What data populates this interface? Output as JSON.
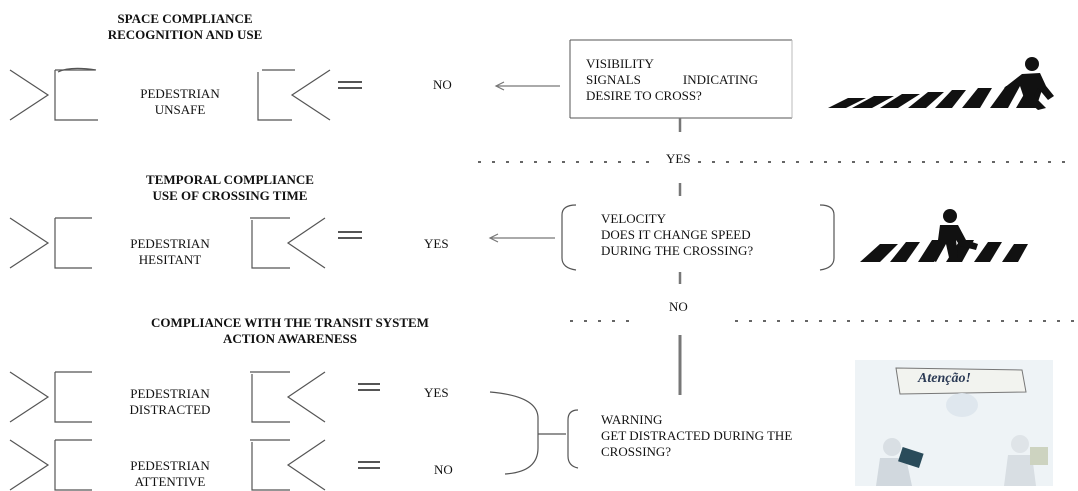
{
  "sections": {
    "space": {
      "heading_line1": "SPACE COMPLIANCE",
      "heading_line2": "RECOGNITION AND USE"
    },
    "temporal": {
      "heading_line1": "TEMPORAL COMPLIANCE",
      "heading_line2": "USE OF CROSSING TIME"
    },
    "transit": {
      "heading_line1": "COMPLIANCE WITH THE TRANSIT SYSTEM",
      "heading_line2": "ACTION AWARENESS"
    }
  },
  "states": {
    "unsafe": {
      "line1": "PEDESTRIAN",
      "line2": "UNSAFE",
      "answer": "NO"
    },
    "hesitant": {
      "line1": "PEDESTRIAN",
      "line2": "HESITANT",
      "answer": "YES"
    },
    "distracted": {
      "line1": "PEDESTRIAN",
      "line2": "DISTRACTED",
      "answer": "YES"
    },
    "attentive": {
      "line1": "PEDESTRIAN",
      "line2": "ATTENTIVE",
      "answer": "NO"
    }
  },
  "questions": {
    "visibility": {
      "line1": "VISIBILITY",
      "line2a": "SIGNALS",
      "line2b": "INDICATING",
      "line3": "DESIRE TO CROSS?"
    },
    "velocity": {
      "line1": "VELOCITY",
      "line2": "DOES IT CHANGE SPEED",
      "line3": "DURING THE CROSSING?"
    },
    "warning": {
      "line1": "WARNING",
      "line2": "GET DISTRACTED DURING THE",
      "line3": "CROSSING?"
    }
  },
  "flow": {
    "yes_label": "YES",
    "no_label": "NO"
  },
  "illustrations": {
    "warning_sign_text": "Atenção!"
  }
}
